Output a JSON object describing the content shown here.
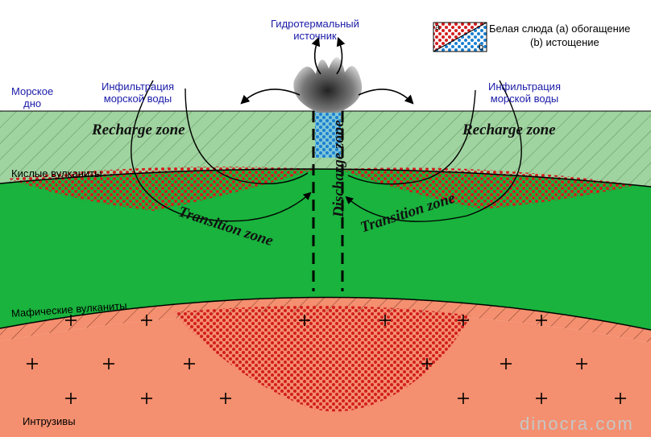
{
  "labels": {
    "hydrothermal_vent": [
      "Гидротермальный",
      "источник"
    ],
    "seafloor": [
      "Морское",
      "дно"
    ],
    "infiltration_left": [
      "Инфильтрация",
      "морской воды"
    ],
    "infiltration_right": [
      "Инфильтрация",
      "морской воды"
    ],
    "felsic_volcanics": "Кислые вулканиты",
    "mafic_volcanics": "Мафические вулканиты",
    "intrusives": "Интрузивы"
  },
  "zones": {
    "recharge_left": "Recharge zone",
    "recharge_right": "Recharge zone",
    "transition_left": "Transition zone",
    "transition_right": "Transition zone",
    "discharge": "Discharge zone"
  },
  "legend": {
    "line1": "Белая слюда (а) обогащение",
    "line2": "(b) истощение",
    "a": "a",
    "b": "b"
  },
  "watermark": "dinocra.com",
  "colors": {
    "recharge_layer": "#9fd39f",
    "felsic_green": "#19b33d",
    "intrusive_salmon": "#f48f6f",
    "enrichment_dots": "#d21e1e",
    "depletion_dots": "#1a7fd0",
    "label_blue": "#1a1aa8"
  }
}
